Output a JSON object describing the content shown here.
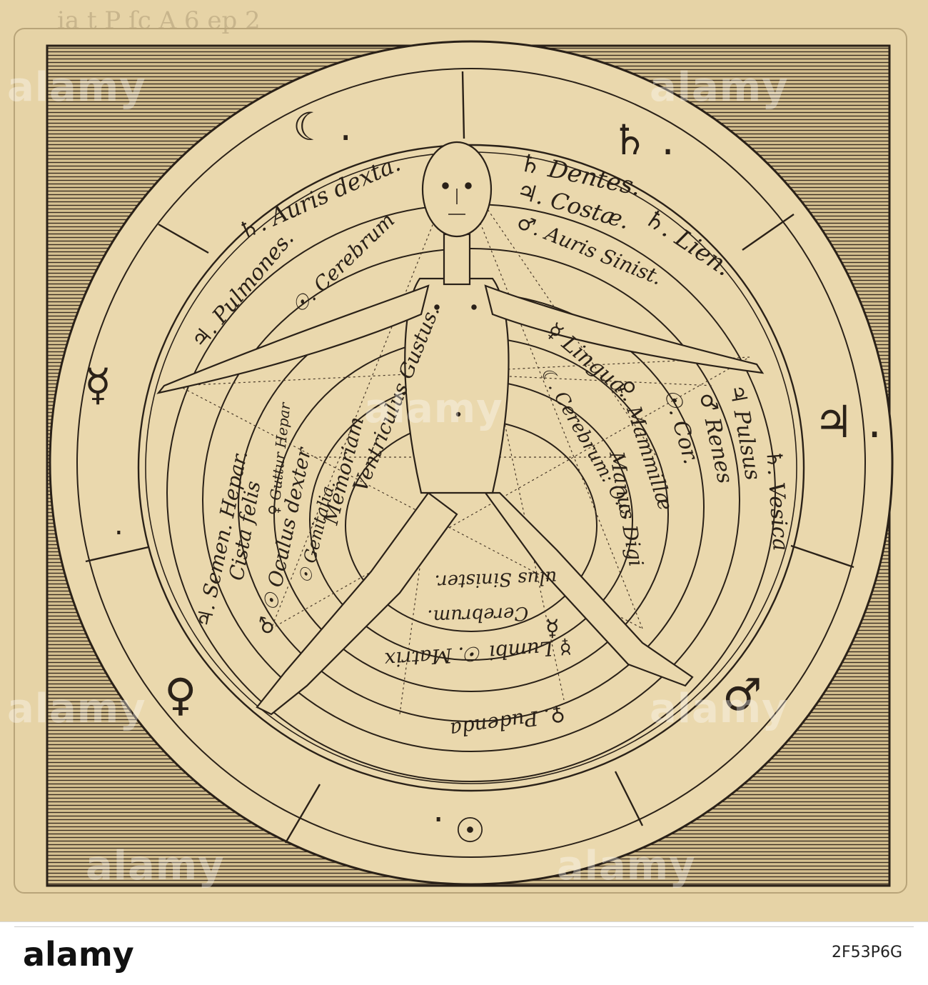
{
  "watermark": {
    "text": "alamy"
  },
  "footer": {
    "logo": "alamy",
    "image_code": "2F53P6G"
  },
  "symbols": {
    "moon_outer": "☾ .",
    "saturn_outer": "♄ .",
    "mercury_outer": "☿",
    "jupiter_outer": "♃ .",
    "venus_outer": "♀",
    "mars_outer": "♂",
    "sun_outer": "☉ .",
    "dot_left": "."
  },
  "labels": {
    "auris_dexta": "♄. Auris dexta.",
    "dentes": "♄ Dentes.",
    "costae": "♃. Costæ.",
    "lien": "♄. Lien.",
    "auris_sinist": "♂. Auris Sinist.",
    "pulmones": "♃. Pulmones.",
    "cerebrum_upper": "☉. Cerebrum",
    "lingua": "☿ Lingua.",
    "cerebrum_right": "☾. Cerebrum: O.c.",
    "mammilla": "♀. Mammillæ",
    "manus": "Manus Digi",
    "cor": "☉. Cor.",
    "renes": "♂ Renes",
    "pulsus": "♃ Pulsus",
    "vesica": "♄. Vesica",
    "hepar": "♃. Semen. Hepar.",
    "cista_felis": "Cista felis",
    "oculus_dexter": "♂ ☉ Oculus dexter",
    "guttur": "♀ Guttur Hepar",
    "genitalia": "☉ Genitalia.",
    "memoriam": "Memoriam",
    "ventriculus": "Ventriculus Gustus.",
    "oculus_sinister": "ulus Sinister.",
    "cerebrum_lower": "Cerebrum.",
    "lumbi": "☿ Lumbi ☉. Matrix",
    "pudenda": "♀. Pudenda",
    "sat_lower": "☿"
  }
}
